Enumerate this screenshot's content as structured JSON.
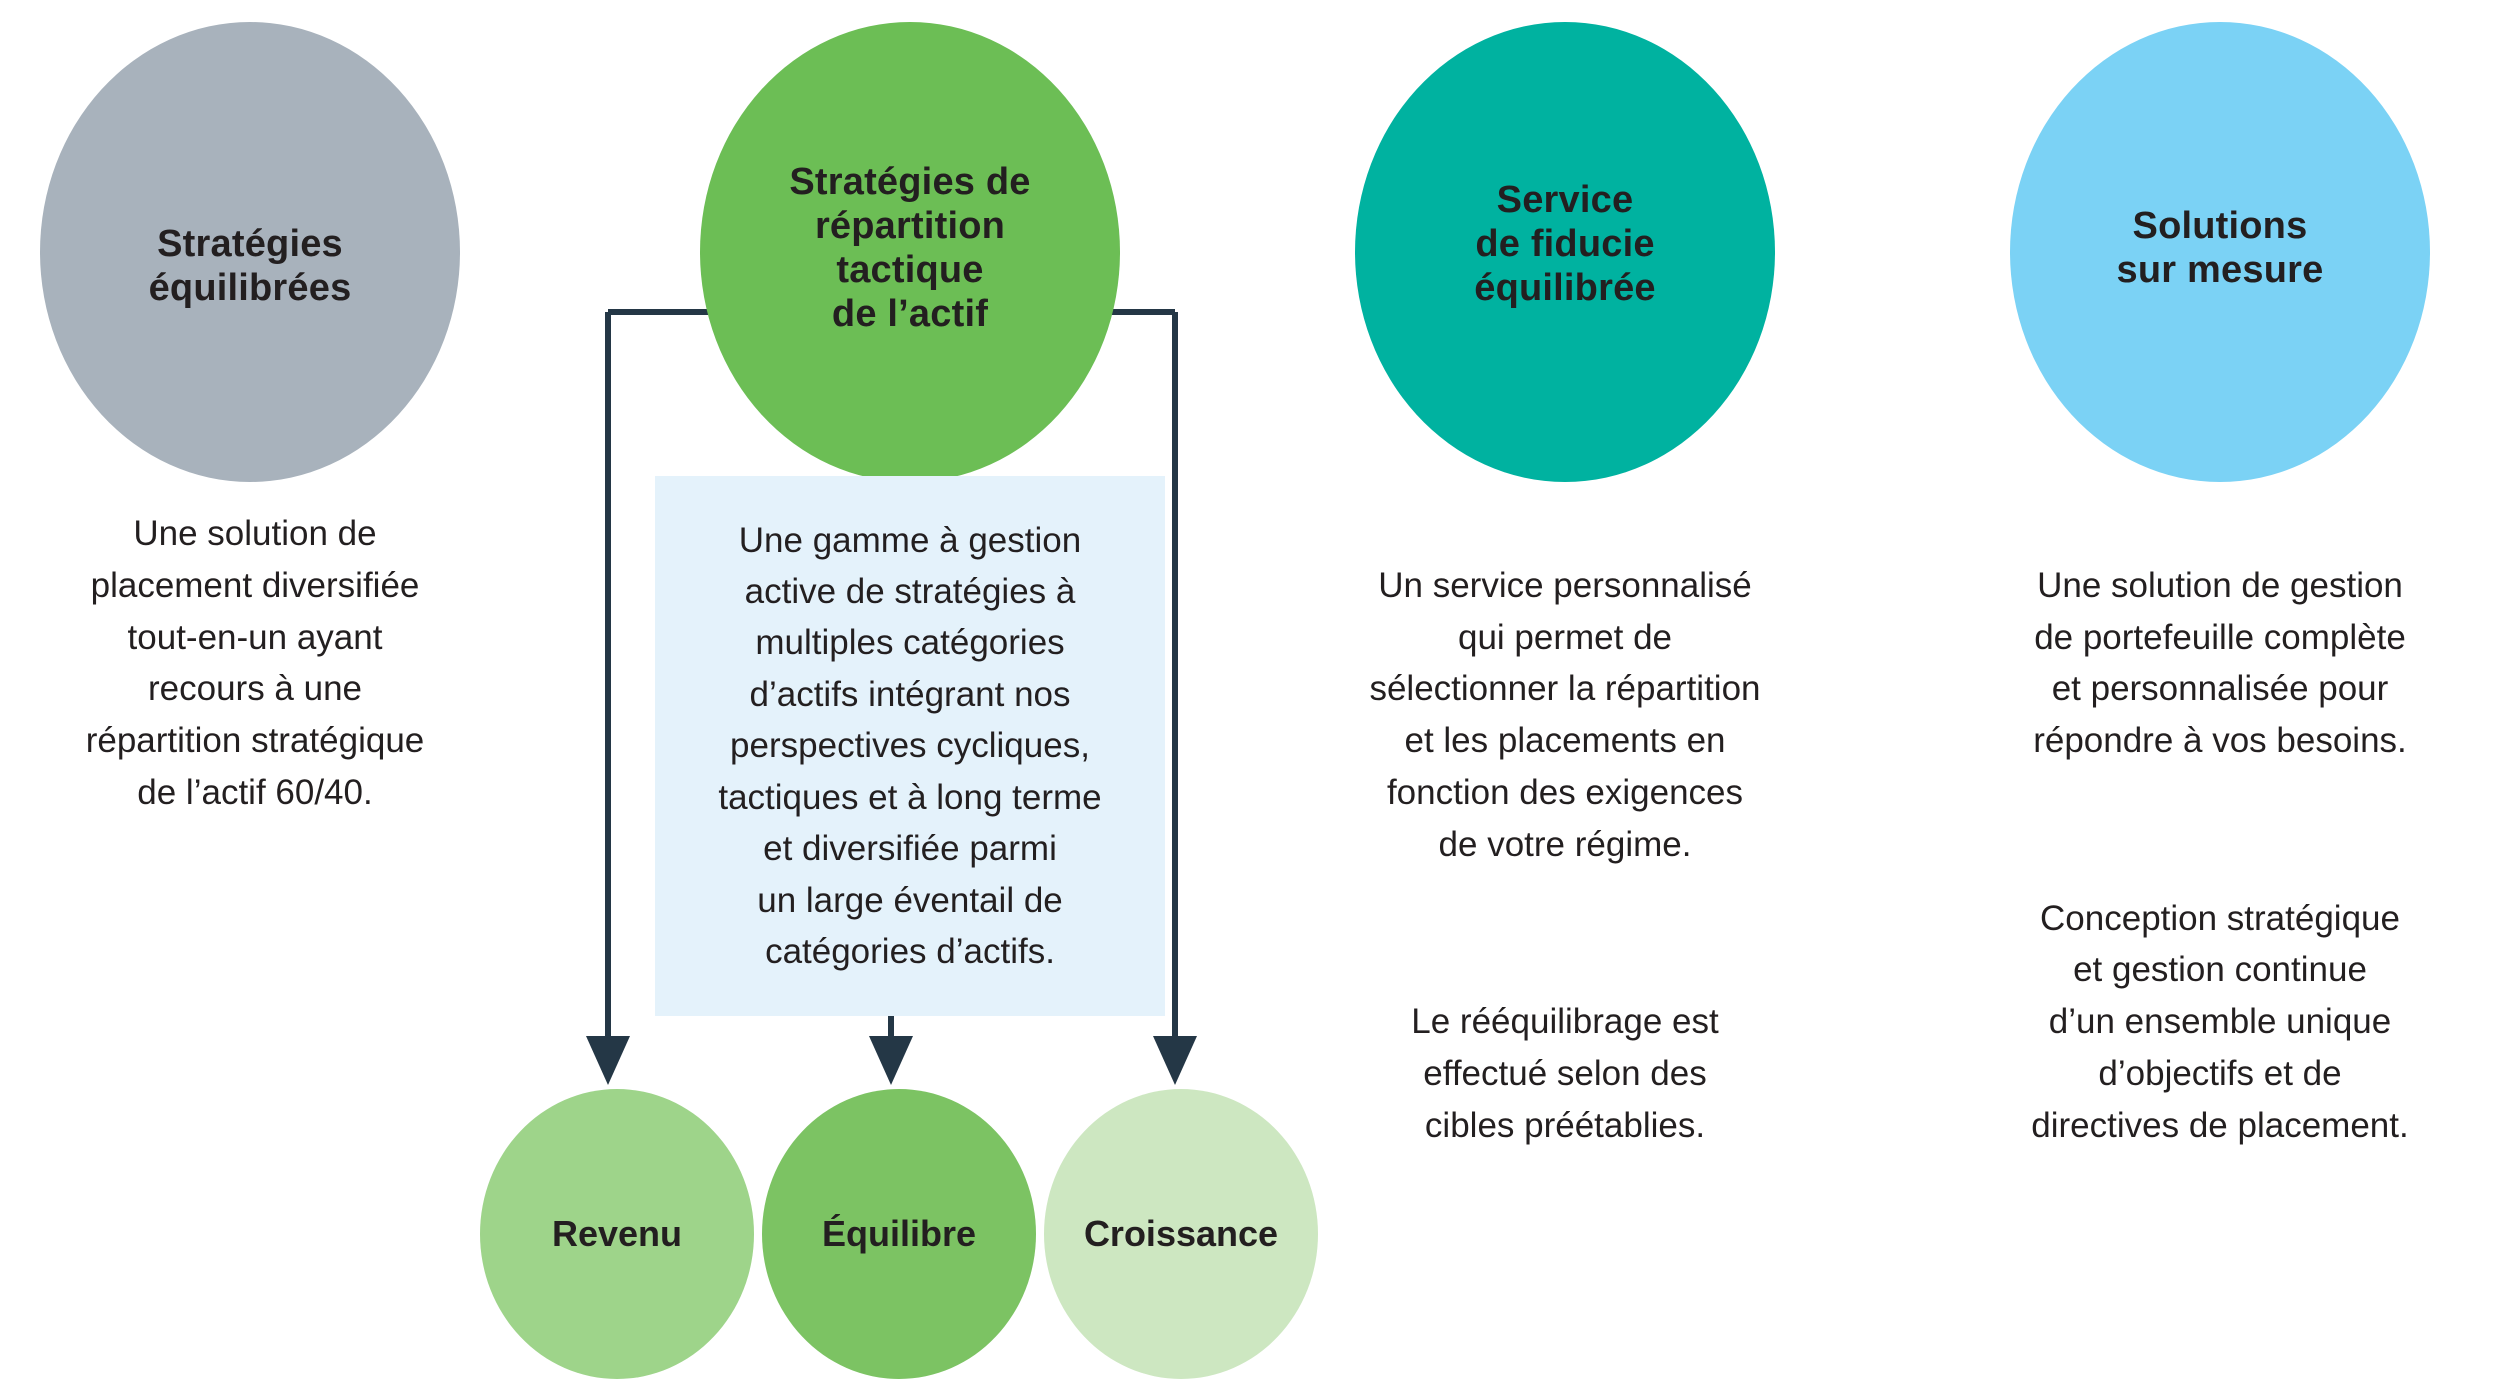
{
  "diagram": {
    "title_nodes": [
      {
        "id": "balanced-strategies",
        "label": "Stratégies\néquilibrées",
        "color": "#A8B2BC",
        "description": "Une solution de\nplacement diversifiée\ntout-en-un ayant\nrecours à une\nrépartition stratégique\nde l’actif 60/40."
      },
      {
        "id": "tactical-asset-allocation",
        "label": "Stratégies de\nrépartition\ntactique\nde l’actif",
        "color": "#6CBE55",
        "description": "Une gamme à gestion\nactive de stratégies à\nmultiples catégories\nd’actifs intégrant nos\nperspectives cycliques,\ntactiques et à long terme\net diversifiée parmi\nun large éventail de\ncatégories d’actifs."
      },
      {
        "id": "balanced-trust-service",
        "label": "Service\nde fiducie\néquilibrée",
        "color": "#00B2A0",
        "description_1": "Un service personnalisé\nqui permet de\nsélectionner la répartition\net les placements en\nfonction des exigences\nde votre régime.",
        "description_2": "Le rééquilibrage est\neffectué selon des\ncibles préétablies."
      },
      {
        "id": "custom-solutions",
        "label": "Solutions\nsur mesure",
        "color": "#7BD2F5",
        "description_1": "Une solution de gestion\nde portefeuille complète\net personnalisée pour\nrépondre à vos besoins.",
        "description_2": "Conception stratégique\net gestion continue\nd’un ensemble unique\nd’objectifs et de\ndirectives de placement."
      }
    ],
    "info_box": {
      "background": "#E4F2FB",
      "text": "Une gamme à gestion\nactive de stratégies à\nmultiples catégories\nd’actifs intégrant nos\nperspectives cycliques,\ntactiques et à long terme\net diversifiée parmi\nun large éventail de\ncatégories d’actifs."
    },
    "leaf_nodes": [
      {
        "id": "revenu",
        "label": "Revenu",
        "color": "#9ED48A"
      },
      {
        "id": "equilibre",
        "label": "Équilibre",
        "color": "#7CC363"
      },
      {
        "id": "croissance",
        "label": "Croissance",
        "color": "#CDE7C1"
      }
    ],
    "connector": {
      "color": "#243746",
      "stroke_width": 6,
      "arrow_count": 3
    }
  }
}
